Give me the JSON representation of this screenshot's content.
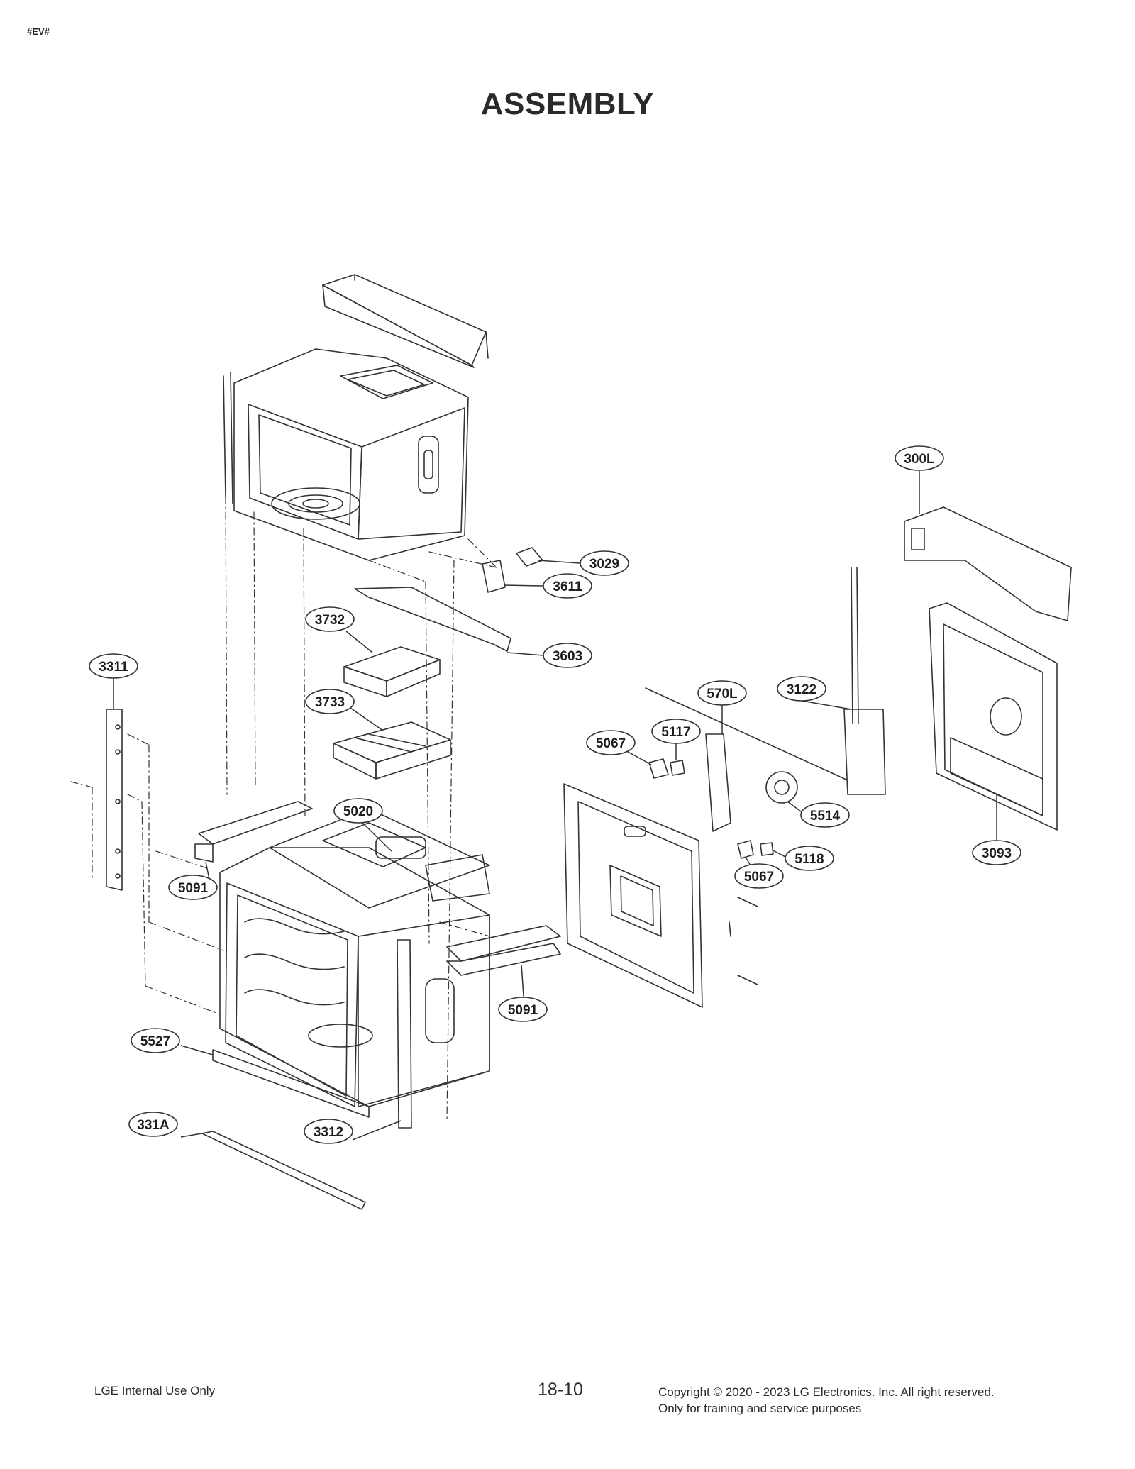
{
  "header": {
    "tag": "#EV#",
    "title": "ASSEMBLY"
  },
  "callouts": [
    {
      "id": "300L",
      "label": "300L"
    },
    {
      "id": "3029",
      "label": "3029"
    },
    {
      "id": "3611",
      "label": "3611"
    },
    {
      "id": "3732",
      "label": "3732"
    },
    {
      "id": "3603",
      "label": "3603"
    },
    {
      "id": "3311",
      "label": "3311"
    },
    {
      "id": "3733",
      "label": "3733"
    },
    {
      "id": "570L",
      "label": "570L"
    },
    {
      "id": "3122",
      "label": "3122"
    },
    {
      "id": "5117",
      "label": "5117"
    },
    {
      "id": "5067a",
      "label": "5067"
    },
    {
      "id": "5020",
      "label": "5020"
    },
    {
      "id": "5514",
      "label": "5514"
    },
    {
      "id": "5118",
      "label": "5118"
    },
    {
      "id": "3093",
      "label": "3093"
    },
    {
      "id": "5067b",
      "label": "5067"
    },
    {
      "id": "5091a",
      "label": "5091"
    },
    {
      "id": "5091b",
      "label": "5091"
    },
    {
      "id": "5527",
      "label": "5527"
    },
    {
      "id": "331A",
      "label": "331A"
    },
    {
      "id": "3312",
      "label": "3312"
    }
  ],
  "footer": {
    "left": "LGE Internal Use Only",
    "page": "18-10",
    "copyright": "Copyright © 2020 - 2023 LG Electronics. Inc. All right reserved.",
    "note": "Only for training and service purposes"
  }
}
